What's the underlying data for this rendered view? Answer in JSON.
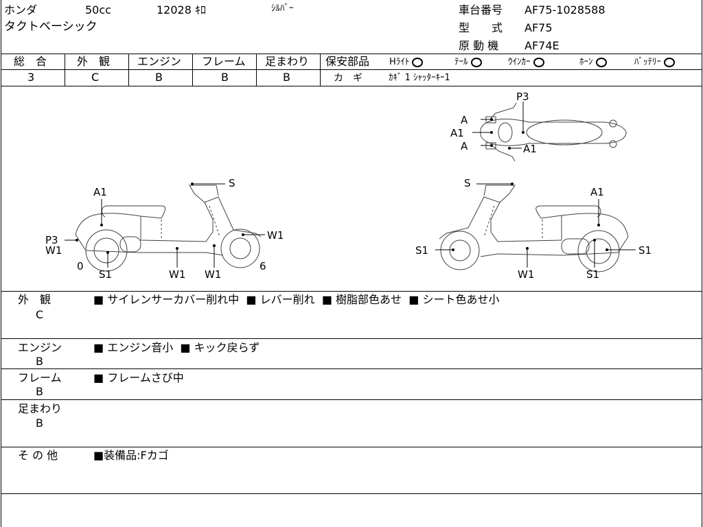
{
  "header": {
    "maker": "ホンダ",
    "displacement": "50cc",
    "mileage": "12028 ｷﾛ",
    "color": "ｼﾙﾊﾞｰ",
    "model_name": "タクトベーシック",
    "frame_no_label": "車台番号",
    "frame_no": "AF75-1028588",
    "type_label": "型　　式",
    "type_value": "AF75",
    "engine_label": "原 動 機",
    "engine_value": "AF74E"
  },
  "grades": [
    {
      "label": "総　合",
      "value": "3"
    },
    {
      "label": "外　観",
      "value": "C"
    },
    {
      "label": "エンジン",
      "value": "B"
    },
    {
      "label": "フレーム",
      "value": "B"
    },
    {
      "label": "足まわり",
      "value": "B"
    }
  ],
  "safety": {
    "label": "保安部品",
    "items": [
      "Hﾗｲﾄ",
      "ﾃｰﾙ",
      "ｳｲﾝｶｰ",
      "ﾎｰﾝ",
      "ﾊﾞｯﾃﾘｰ"
    ],
    "key_label": "カ　ギ",
    "key_value": "ｶｷﾞ 1 ｼｬｯﾀｰｷｰ1"
  },
  "diagram_labels": {
    "top": [
      "P3",
      "A",
      "A1",
      "A",
      "A1"
    ],
    "left": [
      "S",
      "A1",
      "P3",
      "W1",
      "W1",
      "0",
      "S1",
      "W1",
      "W1",
      "6"
    ],
    "right": [
      "S",
      "A1",
      "S1",
      "S1",
      "W1",
      "S1"
    ]
  },
  "remarks": [
    {
      "category": "外　観",
      "grade": "C",
      "notes": [
        "サイレンサーカバー削れ中",
        "レバー削れ",
        "樹脂部色あせ",
        "シート色あせ小"
      ]
    },
    {
      "category": "エンジン",
      "grade": "B",
      "notes": [
        "エンジン音小",
        "キック戻らず"
      ]
    },
    {
      "category": "フレーム",
      "grade": "B",
      "notes": [
        "フレームさび中"
      ]
    },
    {
      "category": "足まわり",
      "grade": "B",
      "notes": []
    },
    {
      "category": "そ の 他",
      "grade": "",
      "notes": [
        "装備品:Fカゴ"
      ]
    }
  ],
  "bullet": "■"
}
